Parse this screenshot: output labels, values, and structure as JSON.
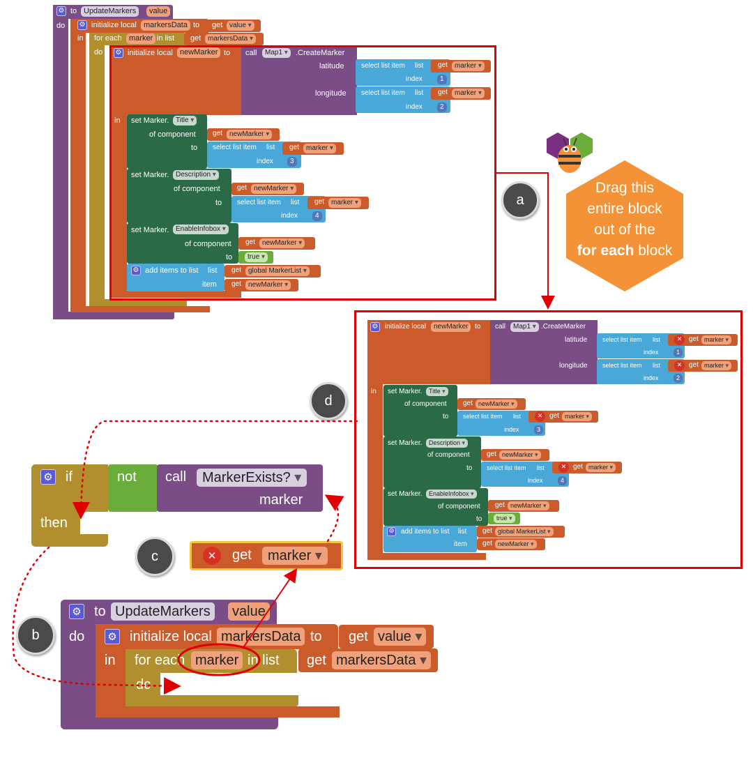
{
  "colors": {
    "purple": "#7a4d86",
    "orange": "#cb5b2a",
    "olive": "#b18f2e",
    "green": "#2a6a46",
    "blue": "#4aa8d8",
    "lime": "#6aad3a",
    "red": "#e00000",
    "hex_orange": "#f39237"
  },
  "labels": {
    "to": "to",
    "do": "do",
    "in": "in",
    "update_markers": "UpdateMarkers",
    "value": "value",
    "initialize_local": "initialize local",
    "markers_data": "markersData",
    "get": "get",
    "for_each": "for each",
    "in_list": "in list",
    "marker": "marker",
    "new_marker": "newMarker",
    "call": "call",
    "map1": "Map1",
    "create_marker": ".CreateMarker",
    "latitude": "latitude",
    "longitude": "longitude",
    "select_list_item": "select list item",
    "list": "list",
    "index": "index",
    "idx1": "1",
    "idx2": "2",
    "idx3": "3",
    "idx4": "4",
    "set_marker": "set Marker.",
    "title": "Title",
    "description": "Description",
    "enable_infobox": "EnableInfobox",
    "of_component": "of component",
    "true": "true",
    "add_items_to_list": "add items to list",
    "item": "item",
    "global_marker_list": "global MarkerList",
    "if": "if",
    "then": "then",
    "not": "not",
    "marker_exists": "MarkerExists?",
    "for_each_2": "for each",
    "dc": "dc"
  },
  "callouts": {
    "a": "a",
    "b": "b",
    "c": "c",
    "d": "d"
  },
  "hint": {
    "line1": "Drag this",
    "line2": "entire block",
    "line3": "out of the",
    "bold": "for each",
    "tail": " block"
  },
  "icons": {
    "gear": "gear-icon",
    "error": "error-x-icon",
    "mascot": "bee-mascot-icon",
    "dropdown": "chevron-down-icon"
  }
}
